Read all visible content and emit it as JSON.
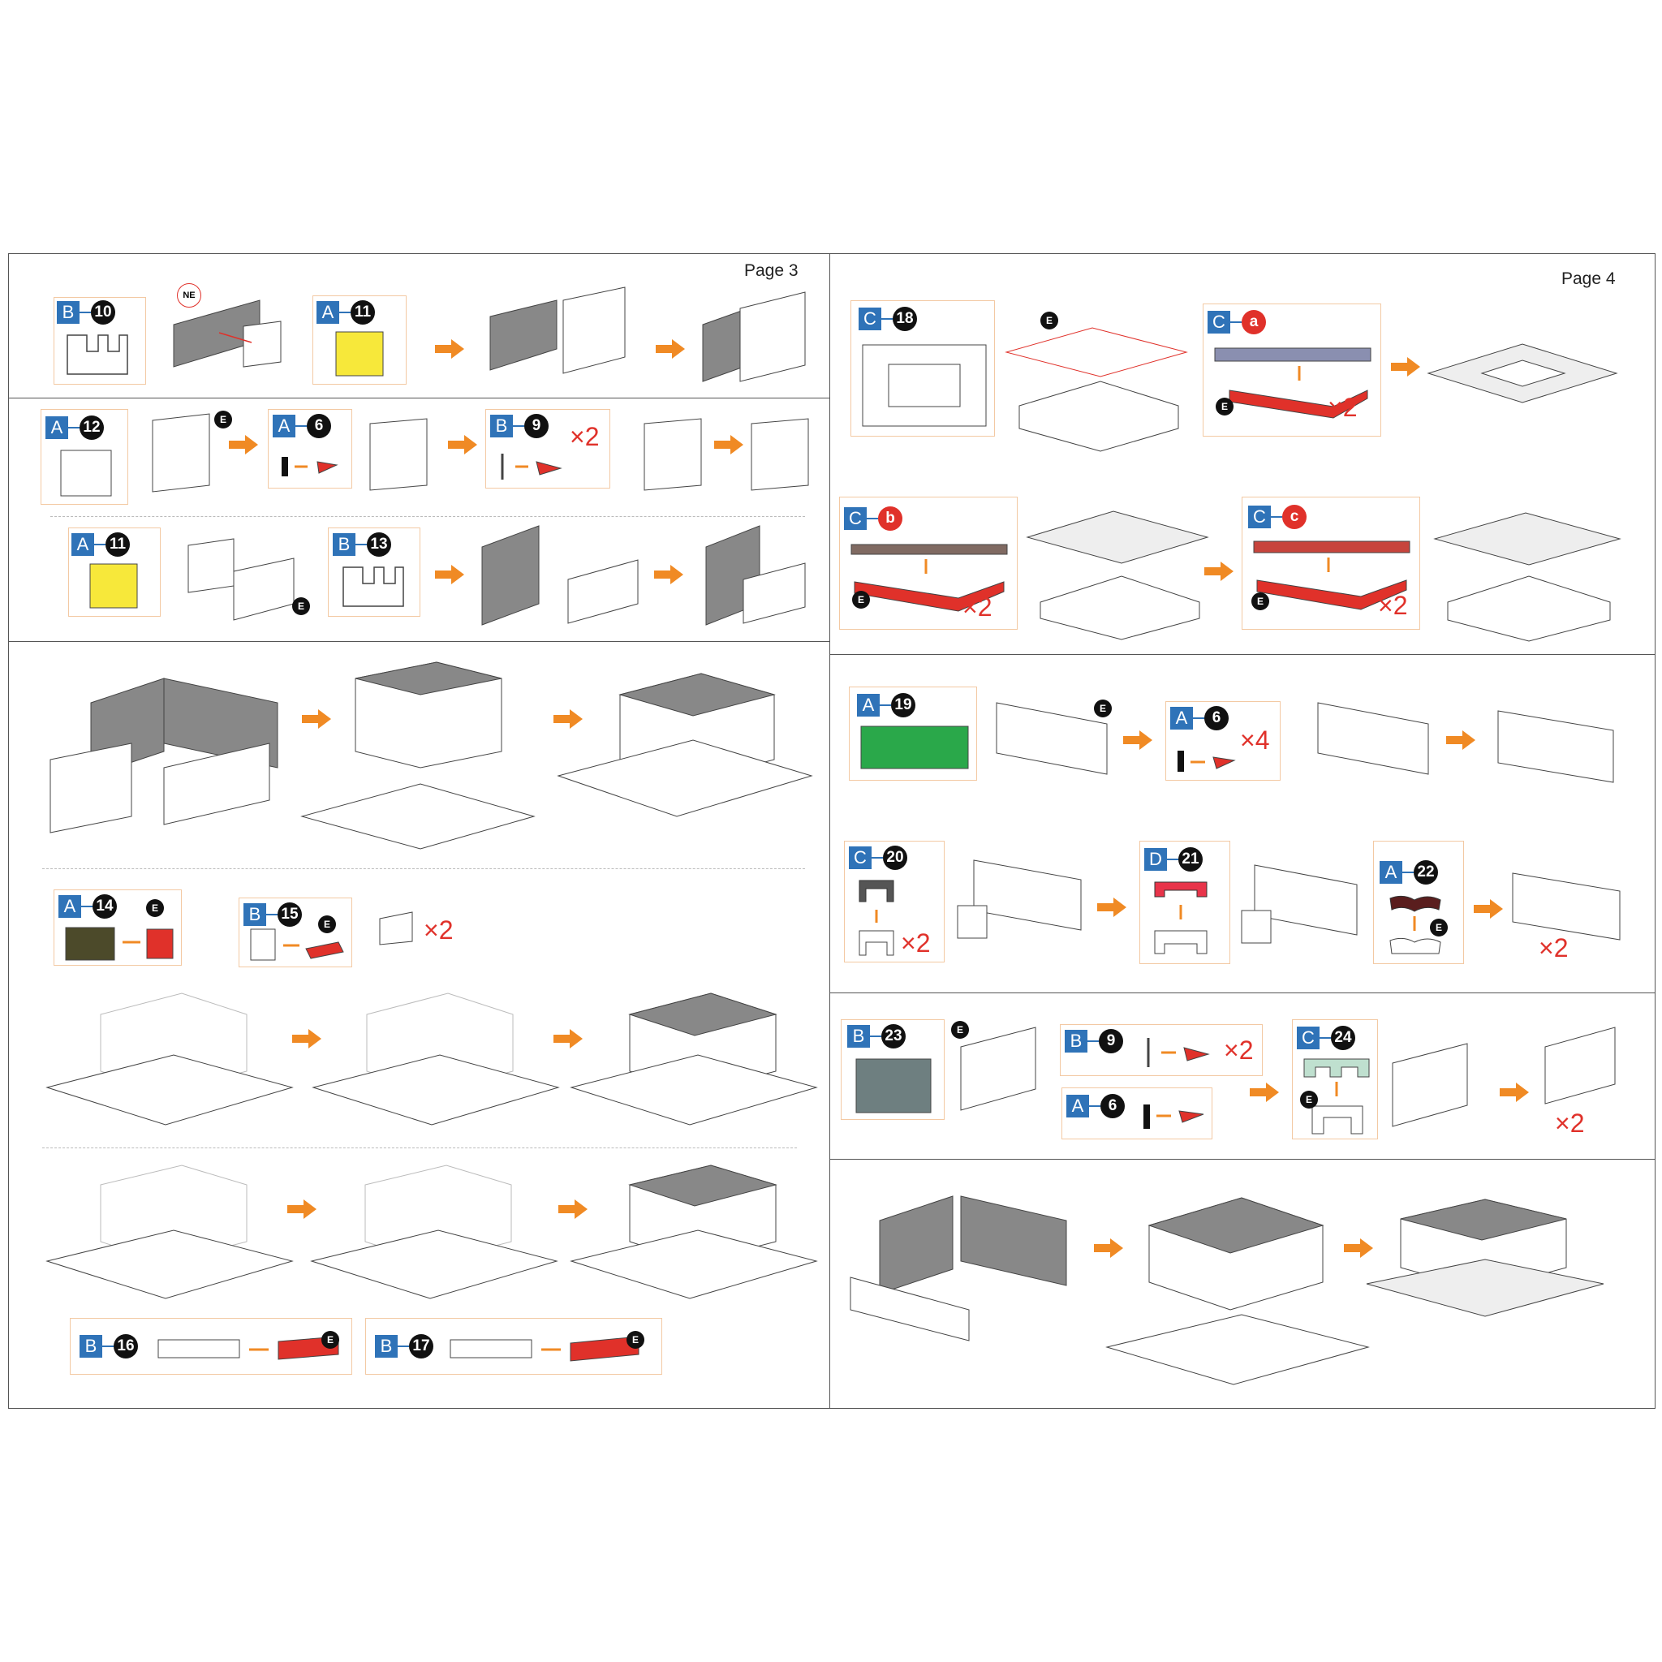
{
  "pages": {
    "left_label": "Page 3",
    "right_label": "Page 4"
  },
  "colors": {
    "letter_bg": "#2f73b8",
    "number_bg": "#111111",
    "accent_red": "#e0312a",
    "arrow_orange": "#f08a24",
    "box_border": "#f3c9a3"
  },
  "steps": {
    "s1": {
      "letter": "B",
      "number": "10"
    },
    "s2": {
      "letter": "A",
      "number": "11",
      "marker": "NE"
    },
    "s3": {
      "letter": "A",
      "number": "12",
      "marker": "E"
    },
    "s4": {
      "letter": "A",
      "number": "6"
    },
    "s5": {
      "letter": "B",
      "number": "9",
      "multiplier": "×2"
    },
    "s6": {
      "letter": "A",
      "number": "11",
      "marker": "E"
    },
    "s7": {
      "letter": "B",
      "number": "13"
    },
    "s8": {
      "letter": "A",
      "number": "14",
      "marker": "E"
    },
    "s9": {
      "letter": "B",
      "number": "15",
      "marker": "E",
      "multiplier": "×2"
    },
    "s10": {
      "letter": "B",
      "number": "16",
      "marker": "E"
    },
    "s11": {
      "letter": "B",
      "number": "17",
      "marker": "E"
    },
    "s12": {
      "letter": "C",
      "number": "18",
      "marker": "E"
    },
    "s13": {
      "letter": "C",
      "number": "a",
      "marker": "E",
      "multiplier": "×2"
    },
    "s14": {
      "letter": "C",
      "number": "b",
      "marker": "E",
      "multiplier": "×2"
    },
    "s15": {
      "letter": "C",
      "number": "c",
      "marker": "E",
      "multiplier": "×2"
    },
    "s16": {
      "letter": "A",
      "number": "19",
      "marker": "E"
    },
    "s17": {
      "letter": "A",
      "number": "6",
      "multiplier": "×4"
    },
    "s18": {
      "letter": "C",
      "number": "20",
      "multiplier": "×2"
    },
    "s19": {
      "letter": "D",
      "number": "21"
    },
    "s20": {
      "letter": "A",
      "number": "22",
      "marker": "E",
      "multiplier": "×2"
    },
    "s21": {
      "letter": "B",
      "number": "23",
      "marker": "E"
    },
    "s22": {
      "letter": "B",
      "number": "9",
      "multiplier": "×2"
    },
    "s23": {
      "letter": "A",
      "number": "6"
    },
    "s24": {
      "letter": "C",
      "number": "24",
      "marker": "E",
      "multiplier": "×2"
    }
  }
}
